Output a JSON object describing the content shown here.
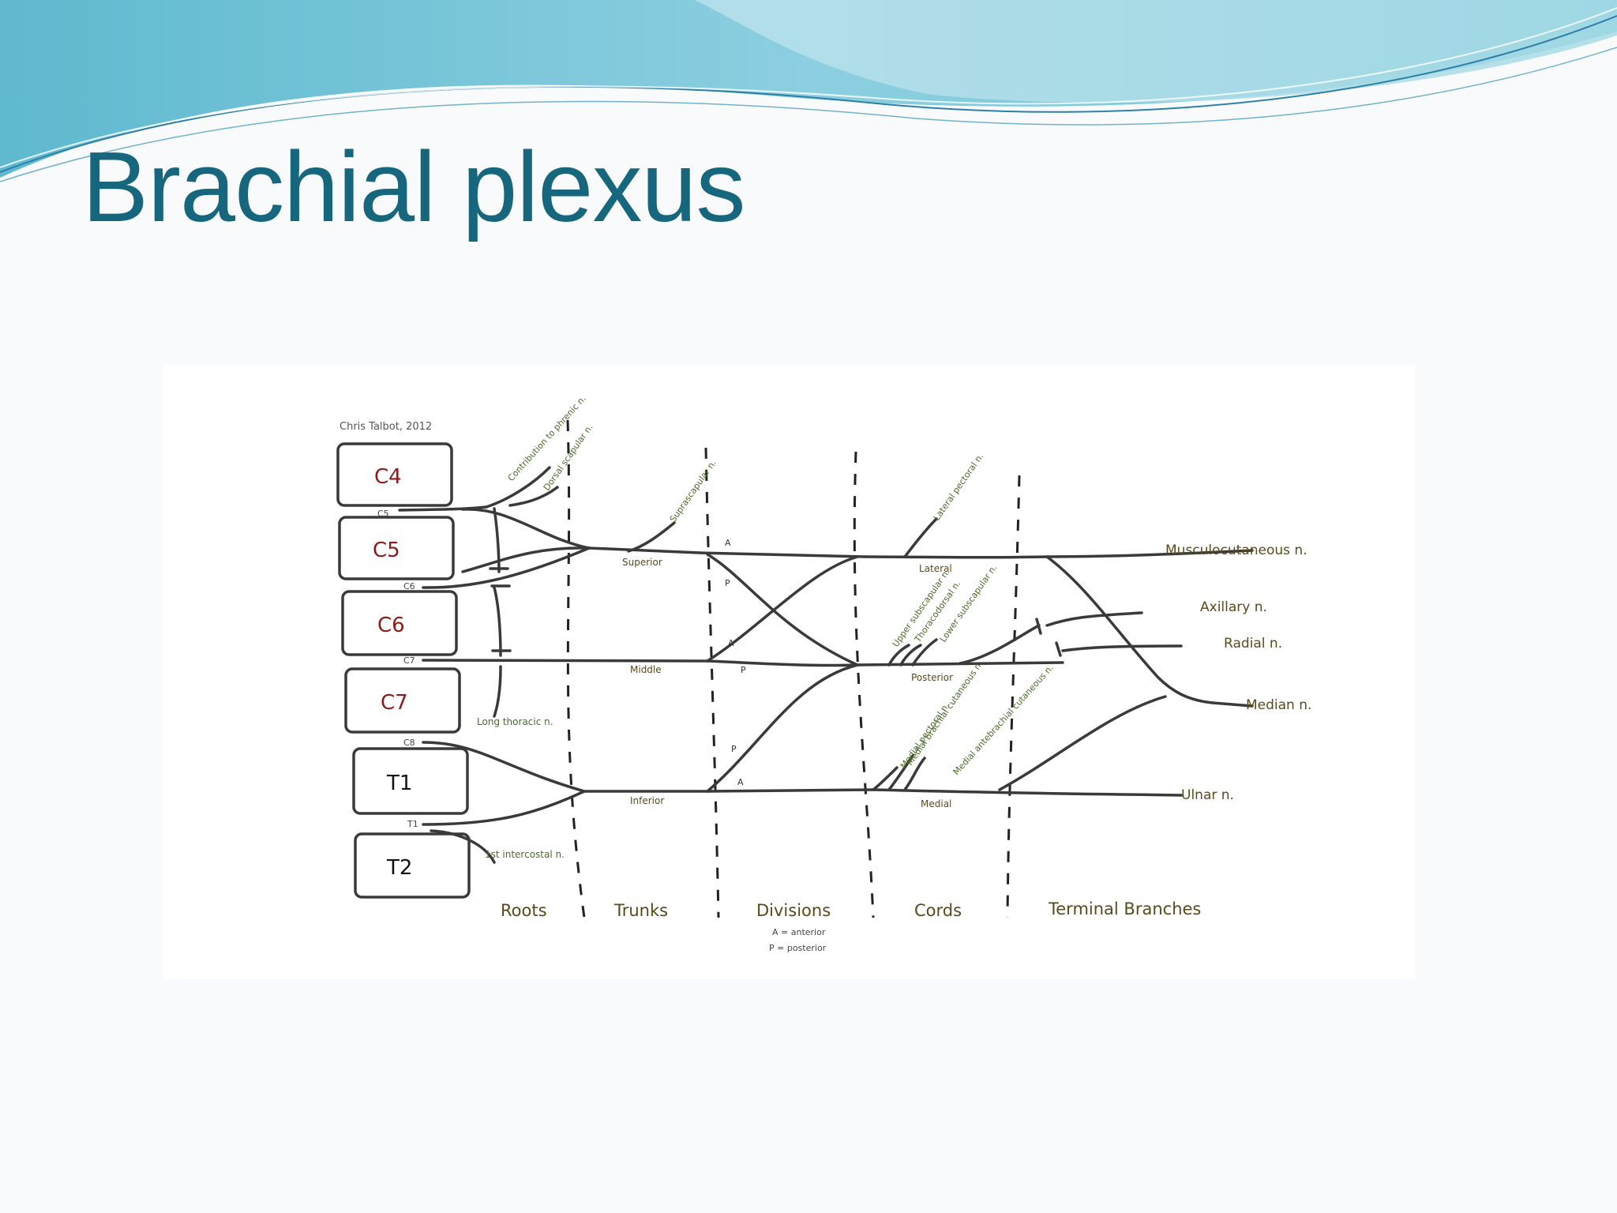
{
  "slide": {
    "title": "Brachial plexus"
  },
  "diagram": {
    "credit": "Chris Talbot, 2012",
    "roots": [
      {
        "id": "c4",
        "label": "C4"
      },
      {
        "id": "c5",
        "label": "C5"
      },
      {
        "id": "c6",
        "label": "C6"
      },
      {
        "id": "c7",
        "label": "C7"
      },
      {
        "id": "t1",
        "label": "T1"
      },
      {
        "id": "t2",
        "label": "T2"
      }
    ],
    "root_tags": [
      "C5",
      "C6",
      "C7",
      "C8",
      "T1"
    ],
    "branch_labels": {
      "phrenic": "Contribution to phrenic n.",
      "dorsal_scapular": "Dorsal scapular n.",
      "suprascapular": "Suprascapular n.",
      "long_thoracic": "Long thoracic n.",
      "intercostal": "1st intercostal n.",
      "lateral_pectoral": "Lateral pectoral n.",
      "upper_subscapular": "Upper subscapular n.",
      "thoracodorsal": "Thoracodorsal n.",
      "lower_subscapular": "Lower subscapular n.",
      "medial_pectoral": "Medial pectoral n.",
      "medial_brachial": "Medial brachial cutaneous n.",
      "medial_antebrachial": "Medial antebrachial cutaneous n."
    },
    "trunks": {
      "superior": "Superior",
      "middle": "Middle",
      "inferior": "Inferior"
    },
    "cords": {
      "lateral": "Lateral",
      "posterior": "Posterior",
      "medial": "Medial"
    },
    "division_marks": {
      "anterior": "A",
      "posterior": "P"
    },
    "terminal": {
      "musculocutaneous": "Musculocutaneous n.",
      "axillary": "Axillary n.",
      "radial": "Radial n.",
      "median": "Median n.",
      "ulnar": "Ulnar n."
    },
    "columns": {
      "roots": "Roots",
      "trunks": "Trunks",
      "divisions": "Divisions",
      "cords": "Cords",
      "terminal": "Terminal Branches"
    },
    "legend": {
      "anterior": "A = anterior",
      "posterior": "P = posterior"
    },
    "colors": {
      "root_text": "#8b1a1a",
      "line": "#3a3a3a",
      "branch_text": "#4a6b2a",
      "column_text": "#5a4a1a",
      "title": "#16667e"
    }
  }
}
